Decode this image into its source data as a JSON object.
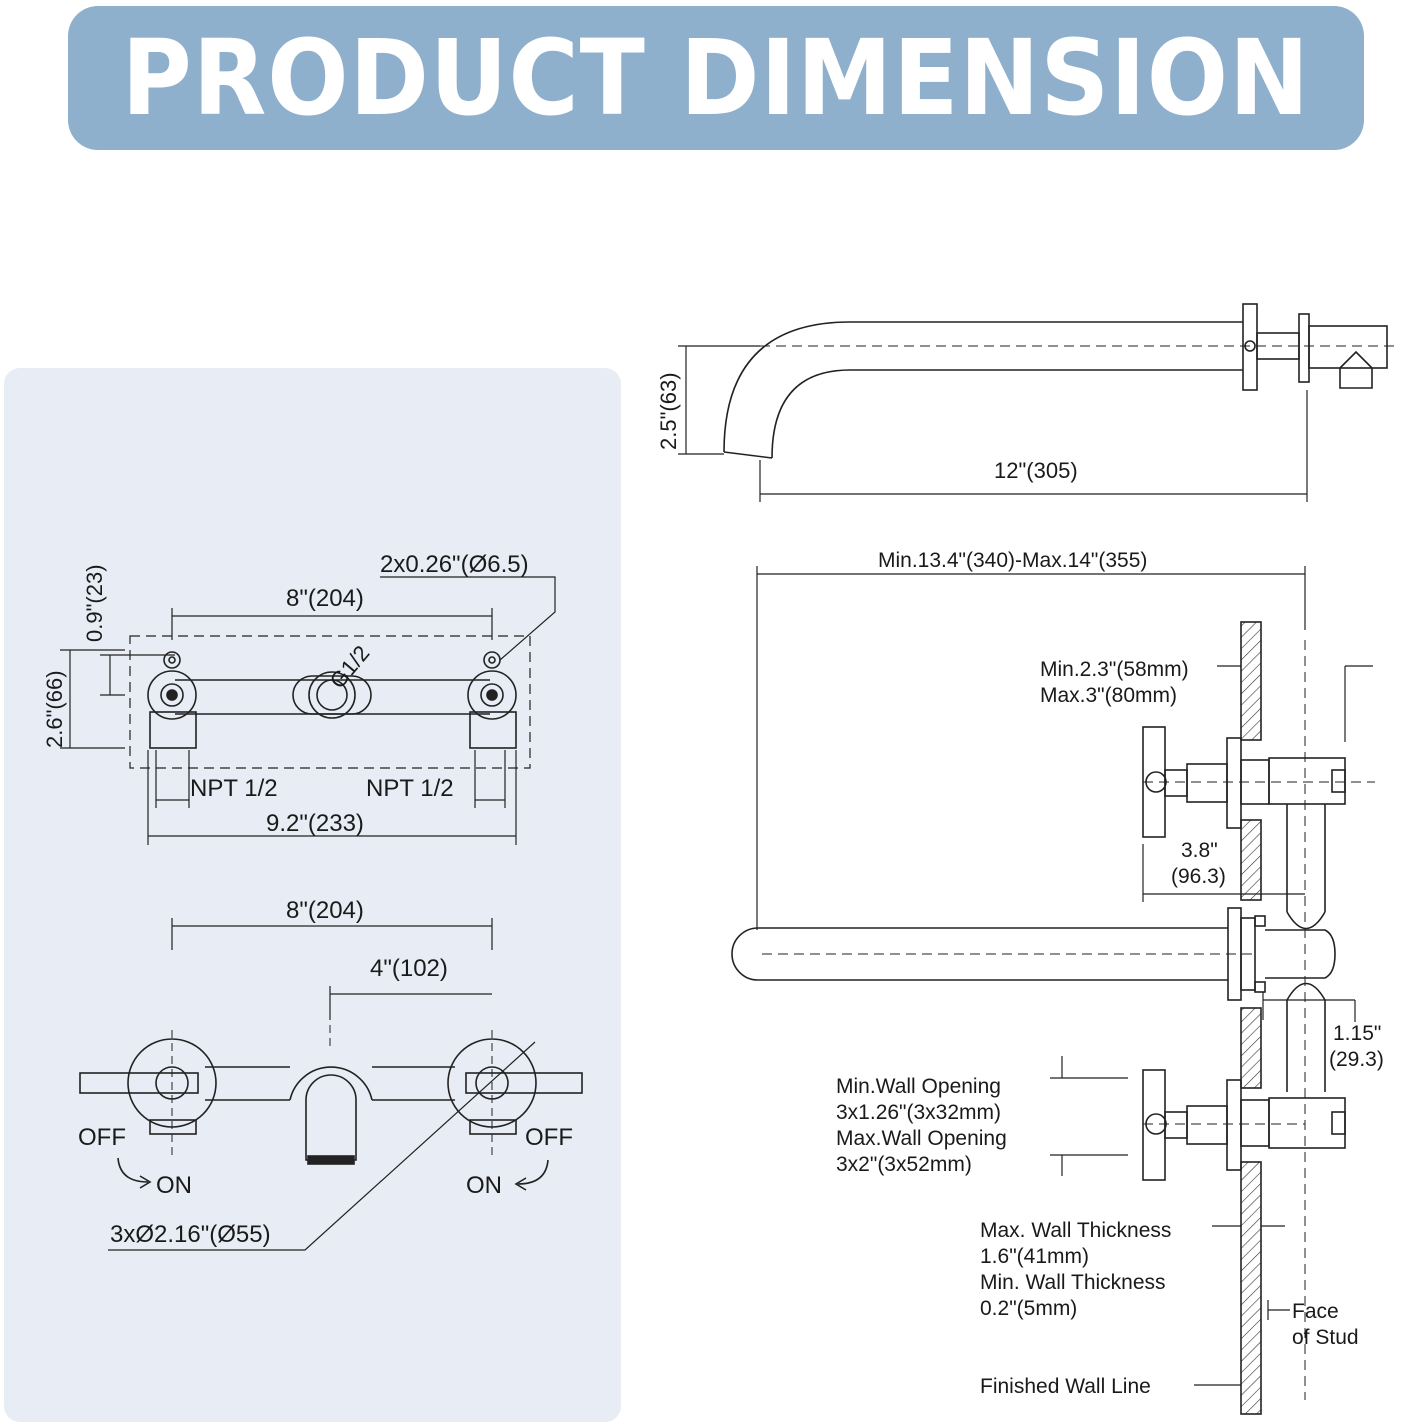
{
  "header": {
    "title": "PRODUCT DIMENSION"
  },
  "front_view": {
    "hole_spec": "2x0.26\"(Ø6.5)",
    "center_to_center": "8\"(204)",
    "top_offset": "0.9\"(23)",
    "height": "2.6\"(66)",
    "center_port": "G1/2",
    "left_port": "NPT 1/2",
    "right_port": "NPT 1/2",
    "overall_width": "9.2\"(233)"
  },
  "top_view": {
    "handle_spacing": "8\"(204)",
    "spout_offset": "4\"(102)",
    "off_left": "OFF",
    "on_left": "ON",
    "off_right": "OFF",
    "on_right": "ON",
    "escutcheon": "3xØ2.16\"(Ø55)"
  },
  "spout_view": {
    "height": "2.5\"(63)",
    "reach": "12\"(305)"
  },
  "side_view": {
    "overall": "Min.13.4\"(340)-Max.14\"(355)",
    "rough_min": "Min.2.3\"(58mm)",
    "rough_max": "Max.3\"(80mm)",
    "handle_depth_1": "3.8\"",
    "handle_depth_2": "(96.3)",
    "offset_1": "1.15\"",
    "offset_2": "(29.3)",
    "opening_1": "Min.Wall Opening",
    "opening_2": "3x1.26\"(3x32mm)",
    "opening_3": "Max.Wall Opening",
    "opening_4": "3x2\"(3x52mm)",
    "thickness_1": "Max. Wall Thickness",
    "thickness_2": "1.6\"(41mm)",
    "thickness_3": "Min. Wall Thickness",
    "thickness_4": "0.2\"(5mm)",
    "stud_1": "Face",
    "stud_2": "of Stud",
    "finished_wall": "Finished Wall Line"
  }
}
